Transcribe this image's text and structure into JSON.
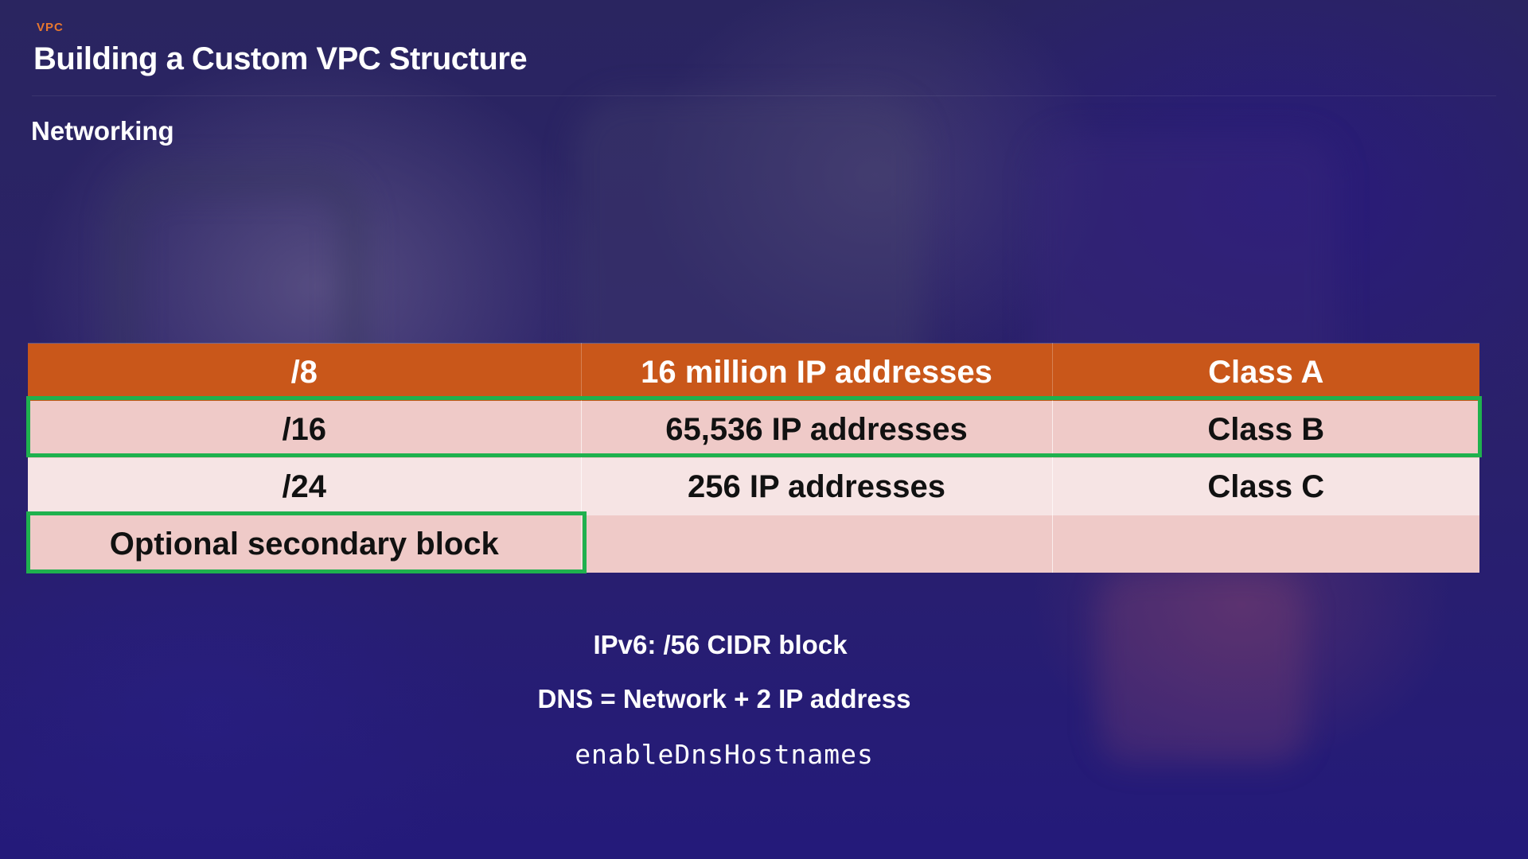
{
  "slide": {
    "topic": "VPC",
    "title": "Building a Custom VPC Structure",
    "subtitle": "Networking"
  },
  "cidr_table": {
    "rows": [
      {
        "prefix": "/8",
        "addresses": "16 million IP addresses",
        "class": "Class A"
      },
      {
        "prefix": "/16",
        "addresses": "65,536 IP addresses",
        "class": "Class B"
      },
      {
        "prefix": "/24",
        "addresses": "256 IP addresses",
        "class": "Class C"
      },
      {
        "prefix": "Optional secondary block",
        "addresses": "",
        "class": ""
      }
    ]
  },
  "notes": {
    "ipv6": "IPv6:  /56 CIDR block",
    "dns": "DNS = Network + 2 IP address",
    "setting": "enableDnsHostnames"
  },
  "colors": {
    "topic": "#e8782e",
    "header_row": "#c9571a",
    "highlight": "#1fb14e",
    "row_tint": "#efcac8",
    "row_light": "#f6e4e4"
  }
}
